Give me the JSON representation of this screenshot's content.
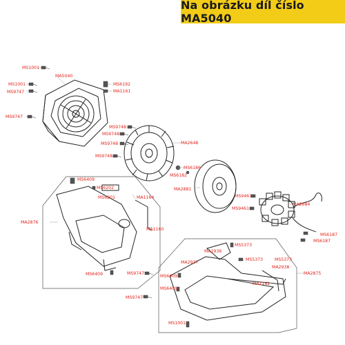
{
  "banner": {
    "text": "Na obrázku díl číslo MA5040"
  },
  "colors": {
    "banner_bg": "#f2cc17",
    "label": "#e2231a"
  },
  "labels": {
    "ms1001_top": "MS1001",
    "ma5040": "MA5040",
    "ms1001_b": "MS1001",
    "ms9747_a": "MS9747",
    "ms6192": "MS6192",
    "ma1161": "MA1161",
    "ms9747_b": "MS9747",
    "ms9748_a": "MS9748",
    "ms9748_b": "MS9748",
    "ms9748_c": "MS9748",
    "ma2648": "MA2648",
    "ms9748_d": "MS9748",
    "ms6186": "MS6186",
    "ms6182": "MS6182",
    "ma2881": "MA2881",
    "ms6409_a": "MS6409",
    "ms6202": "MS6202",
    "ms6201": "MS6201",
    "ma1164": "MA1164",
    "ma2876": "MA2876",
    "ma1160": "MA1160",
    "ms9461_a": "MS9461",
    "ma2884": "MA2884",
    "ms9461_b": "MS9461",
    "ms6187_a": "MS6187",
    "ms6187_b": "MS6187",
    "ms5373_a": "MS5373",
    "ma2936": "MA2936",
    "ma2937": "MA2937",
    "ms5373_b": "MS5373",
    "ms5373_c": "MS5373",
    "ma2938": "MA2938",
    "ms9747_c": "MS9747",
    "ms6409_b": "MS6409",
    "ms6409_c": "MS6409",
    "ms6409_d": "MS6409",
    "ma2875": "MA2875",
    "ma1162": "MA1162",
    "ms9747_d": "MS9747",
    "ms1001_bottom": "MS1001"
  }
}
